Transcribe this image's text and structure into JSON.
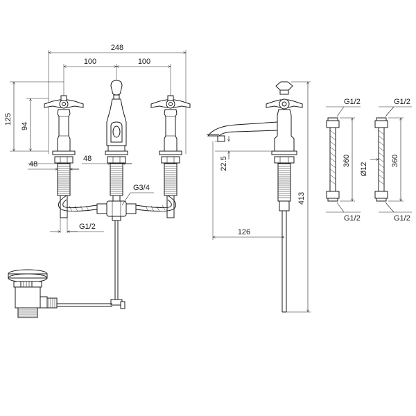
{
  "dimensions": {
    "overall_width": "248",
    "spacing_left": "100",
    "spacing_right": "100",
    "handle_height": "125",
    "body_height": "94",
    "handle_shank_width": "48",
    "spout_shank_width": "48",
    "tee_thread": "G3/4",
    "tap_thread": "G1/2",
    "spout_drop": "22.5",
    "spout_projection": "126",
    "total_height": "413",
    "hose_a_top_thread": "G1/2",
    "hose_a_length": "360",
    "hose_a_bottom_thread": "G1/2",
    "hose_b_top_thread": "G1/2",
    "hose_b_length": "360",
    "hose_b_diameter": "Ø12",
    "hose_b_bottom_thread": "G1/2"
  }
}
